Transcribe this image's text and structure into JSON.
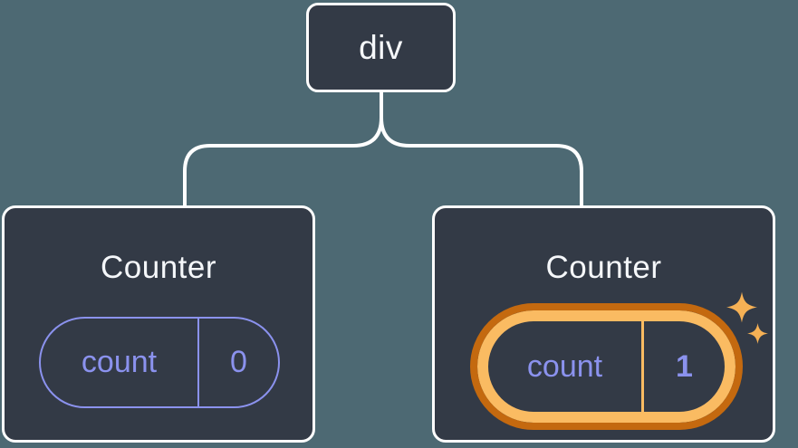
{
  "tree": {
    "root_label": "div",
    "left_counter": {
      "title": "Counter",
      "prop_name": "count",
      "prop_value": "0"
    },
    "right_counter": {
      "title": "Counter",
      "prop_name": "count",
      "prop_value": "1"
    }
  },
  "icons": {
    "sparkles": "sparkles-icon"
  },
  "colors": {
    "background": "#4D6973",
    "card_background": "#333A46",
    "card_border": "#FFFFFF",
    "connector": "#FFFFFF",
    "title_text": "#F5F7FA",
    "state_accent_purple": "#8B92EE",
    "highlight_orange_dark": "#C4690F",
    "highlight_orange_light": "#FABB62",
    "sparkle": "#F6B155"
  }
}
